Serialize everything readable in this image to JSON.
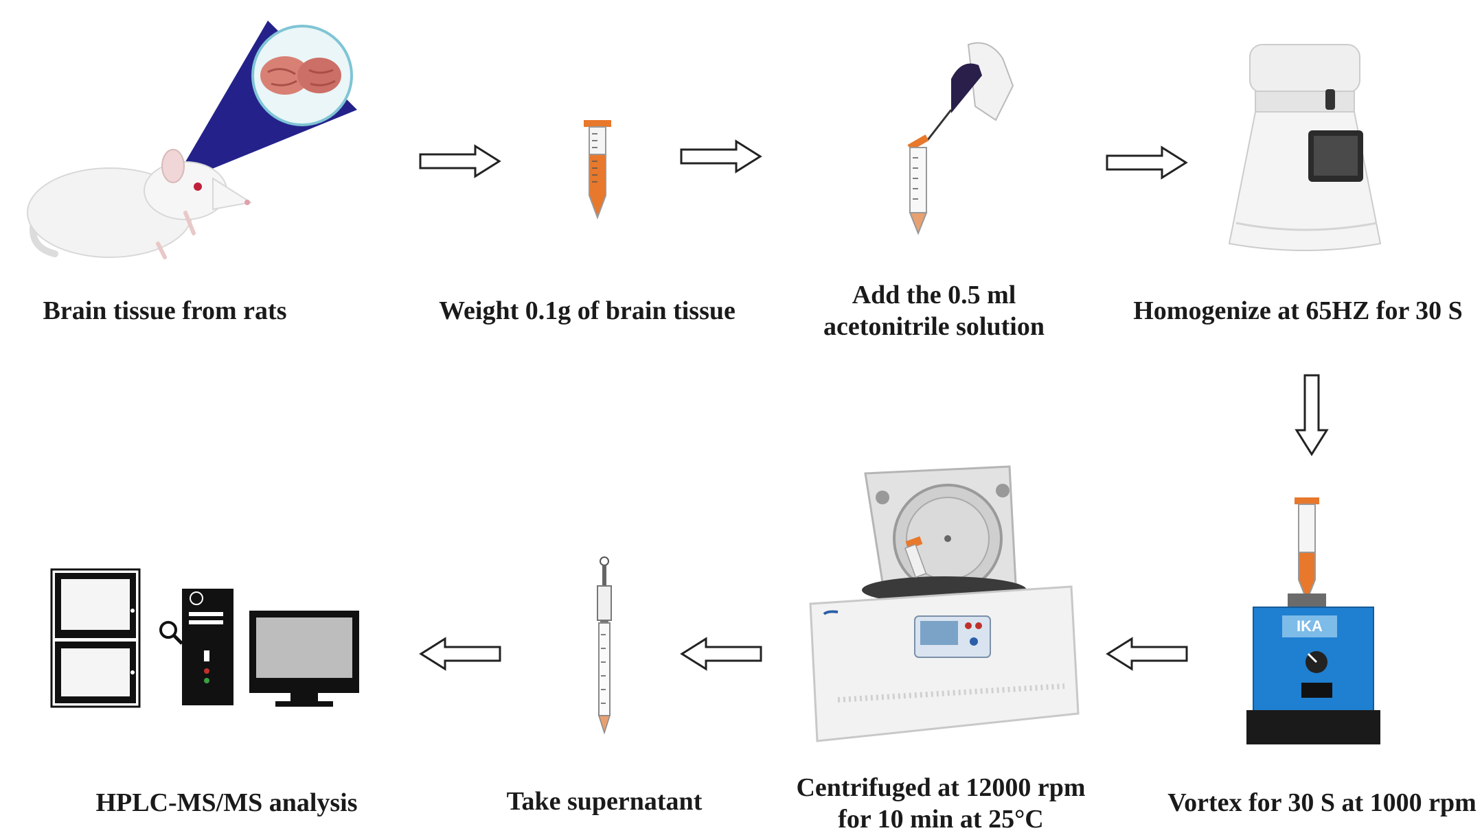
{
  "steps": {
    "s1": {
      "caption": "Brain tissue from rats",
      "icon": "rat-brain-icon"
    },
    "s2": {
      "caption": "Weight 0.1g of brain tissue",
      "icon": "tube-icon"
    },
    "s3": {
      "caption_line1": "Add the 0.5 ml",
      "caption_line2": "acetonitrile solution",
      "icon": "pipette-tube-icon"
    },
    "s4": {
      "caption": "Homogenize at 65HZ for 30 S",
      "icon": "homogenizer-icon"
    },
    "s5": {
      "caption": "Vortex for 30 S at 1000 rpm",
      "icon": "vortex-mixer-icon",
      "device_label": "IKA"
    },
    "s6": {
      "caption_line1": "Centrifuged at 12000 rpm",
      "caption_line2": "for 10 min at 25°C",
      "icon": "centrifuge-icon"
    },
    "s7": {
      "caption": "Take supernatant",
      "icon": "syringe-icon"
    },
    "s8": {
      "caption": "HPLC-MS/MS analysis",
      "icon": "hplc-system-icon"
    }
  },
  "colors": {
    "tube_orange": "#e8782c",
    "beam_blue": "#24228a",
    "vortex_blue": "#1f7fd0",
    "text": "#1a1a1a"
  }
}
